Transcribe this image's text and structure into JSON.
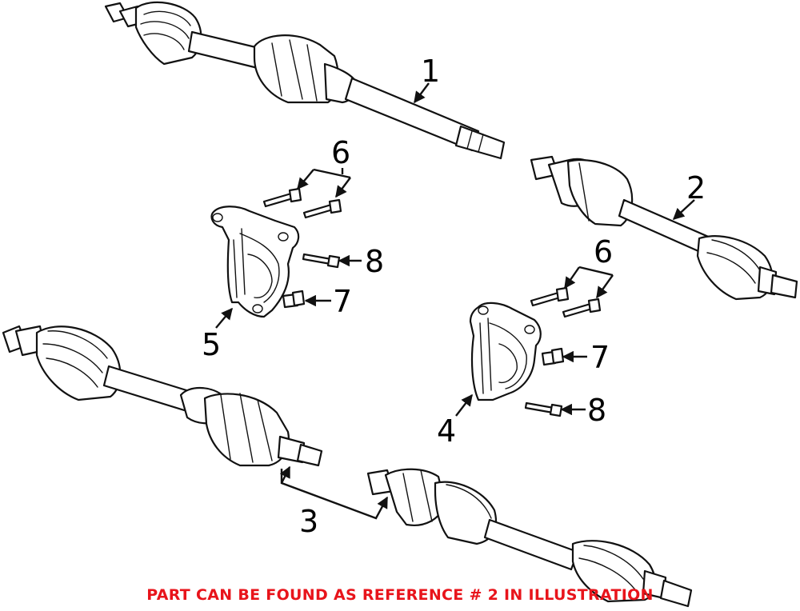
{
  "callouts": {
    "c1": "1",
    "c2": "2",
    "c3": "3",
    "c4": "4",
    "c5": "5",
    "c6a": "6",
    "c6b": "6",
    "c7a": "7",
    "c7b": "7",
    "c8a": "8",
    "c8b": "8"
  },
  "caption": "PART CAN BE FOUND AS REFERENCE # 2 IN ILLUSTRATION",
  "colors": {
    "caption": "#e8141b",
    "lines": "#111111",
    "background": "#ffffff"
  }
}
